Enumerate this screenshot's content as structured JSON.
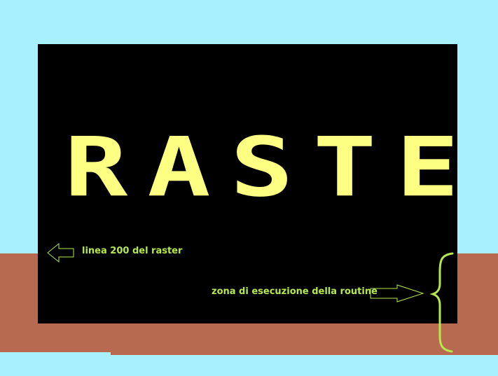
{
  "title_text": "RASTE",
  "annotations": {
    "line_200": "linea 200 del raster",
    "execution_zone": "zona di esecuzione della routine"
  },
  "colors": {
    "sky": "#a8f0fe",
    "band": "#b86a50",
    "screen": "#000000",
    "letters": "#fdff82",
    "annotation": "#b6e84a",
    "arrow_fill": "#ffffff",
    "brace": "#b6e84a"
  },
  "icons": [
    "left-arrow-icon",
    "right-arrow-icon",
    "curly-brace-icon"
  ]
}
